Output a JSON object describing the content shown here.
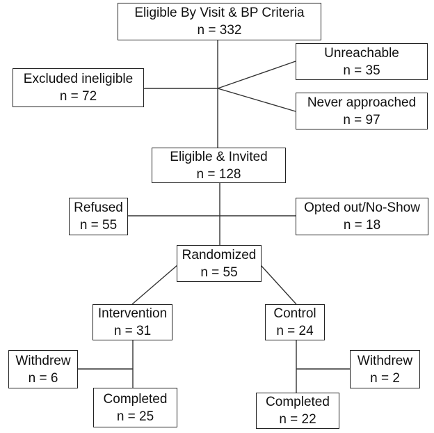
{
  "boxes": {
    "eligible_bp": {
      "label": "Eligible By Visit & BP Criteria",
      "count": "n = 332"
    },
    "excluded": {
      "label": "Excluded ineligible",
      "count": "n = 72"
    },
    "unreachable": {
      "label": "Unreachable",
      "count": "n = 35"
    },
    "never_approached": {
      "label": "Never approached",
      "count": "n = 97"
    },
    "eligible_invited": {
      "label": "Eligible & Invited",
      "count": "n = 128"
    },
    "refused": {
      "label": "Refused",
      "count": "n = 55"
    },
    "opted_out": {
      "label": "Opted out/No-Show",
      "count": "n = 18"
    },
    "randomized": {
      "label": "Randomized",
      "count": "n = 55"
    },
    "intervention": {
      "label": "Intervention",
      "count": "n = 31"
    },
    "control": {
      "label": "Control",
      "count": "n = 24"
    },
    "withdrew_intervention": {
      "label": "Withdrew",
      "count": "n = 6"
    },
    "withdrew_control": {
      "label": "Withdrew",
      "count": "n = 2"
    },
    "completed_intervention": {
      "label": "Completed",
      "count": "n = 25"
    },
    "completed_control": {
      "label": "Completed",
      "count": "n = 22"
    }
  }
}
